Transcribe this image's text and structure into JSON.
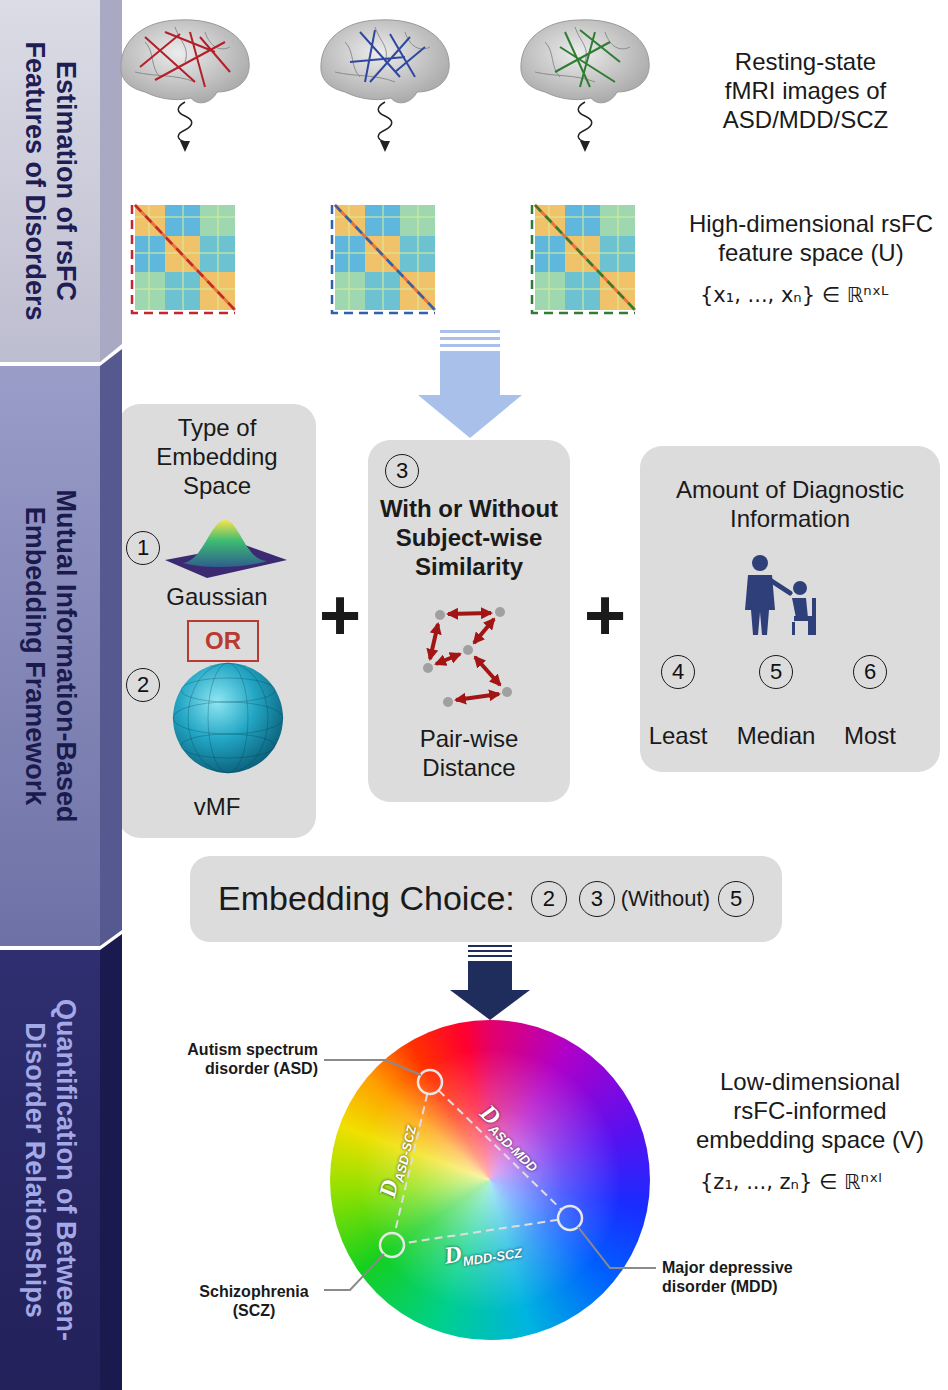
{
  "diagram": {
    "nodes": [
      {
        "text": [
          "Estimation of rsFC Features of Disorders"
        ]
      },
      {
        "text": [
          "Mutual Information-Based Embedding Framework"
        ]
      },
      {
        "text": [
          "Quantification of Between-Disorder Relationships"
        ]
      },
      {
        "text": [
          "Type of Embedding Space",
          "Gaussian",
          "vMF"
        ]
      },
      {
        "text": [
          "1"
        ],
        "in": 3
      },
      {
        "text": [
          "OR"
        ],
        "in": 3
      },
      {
        "text": [
          "2"
        ],
        "in": 3
      },
      {
        "text": [
          "With or Without Subject-wise Similarity",
          "Pair-wise Distance"
        ]
      },
      {
        "text": [
          "3"
        ],
        "in": 7
      },
      {
        "text": [
          "Amount of Diagnostic Information",
          "Least",
          "Median",
          "Most"
        ]
      },
      {
        "text": [
          "4"
        ],
        "in": 9
      },
      {
        "text": [
          "5"
        ],
        "in": 9
      },
      {
        "text": [
          "6"
        ],
        "in": 9
      },
      {
        "text": [
          "Embedding Choice:",
          "(Without)"
        ]
      },
      {
        "text": [
          "2"
        ],
        "in": 13
      },
      {
        "text": [
          "3"
        ],
        "in": 13
      },
      {
        "text": [
          "5"
        ],
        "in": 13
      },
      {
        "text": [
          "D",
          "ASD-SCZ",
          "D",
          "ASD-MDD",
          "D",
          "MDD-SCZ"
        ]
      }
    ],
    "edges": [
      {
        "from": 13,
        "to": 17,
        "arrow": "to"
      }
    ],
    "labels": [
      "Resting-state fMRI images of ASD/MDD/SCZ",
      "High-dimensional rsFC feature space (U)",
      "{x₁, ..., xₙ} ∈ ℝⁿˣᴸ",
      "+",
      "+",
      "Autism spectrum disorder (ASD)",
      "Schizophrenia (SCZ)",
      "Major depressive disorder (MDD)",
      "Low-dimensional rsFC-informed embedding space (V)",
      "{z₁, ..., zₙ} ∈ ℝⁿˣˡ"
    ]
  }
}
